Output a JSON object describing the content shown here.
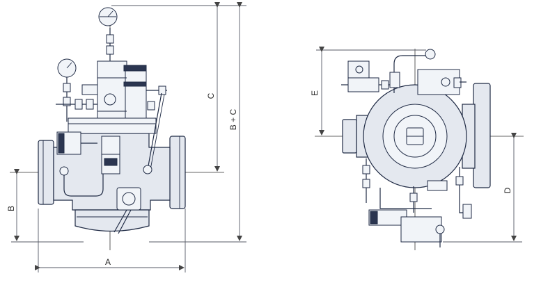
{
  "front_view": {
    "dimension_a": "A",
    "dimension_b": "B",
    "dimension_c": "C",
    "dimension_b_plus_c": "B + C"
  },
  "side_view": {
    "dimension_d": "D",
    "dimension_e": "E"
  },
  "colors": {
    "line": "#1f2a44",
    "fill": "#e4e8ef",
    "dimension_line": "#555a66"
  }
}
